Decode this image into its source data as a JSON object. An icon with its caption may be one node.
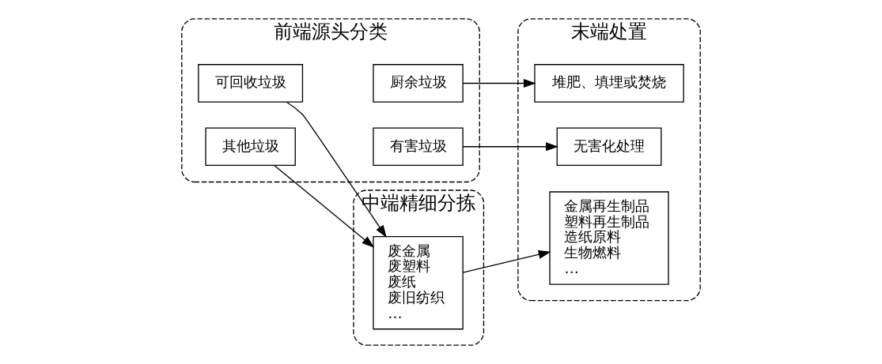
{
  "diagram": {
    "nodes": [
      {
        "text": [
          "前端源头分类"
        ]
      },
      {
        "text": [
          "可回收垃圾"
        ],
        "in": 0
      },
      {
        "text": [
          "其他垃圾"
        ],
        "in": 0
      },
      {
        "text": [
          "厨余垃圾"
        ],
        "in": 0
      },
      {
        "text": [
          "有害垃圾"
        ],
        "in": 0
      },
      {
        "text": [
          "中端精细分拣"
        ]
      },
      {
        "text": [
          "废金属",
          "废塑料",
          "废纸",
          "废旧纺织",
          "…"
        ],
        "in": 5
      },
      {
        "text": [
          "末端处置"
        ]
      },
      {
        "text": [
          "金属再生制品",
          "塑料再生制品",
          "造纸原料",
          "生物燃料",
          "…"
        ],
        "in": 7
      },
      {
        "text": [
          "堆肥、填埋或焚烧"
        ],
        "in": 7
      },
      {
        "text": [
          "无害化处理"
        ],
        "in": 7
      }
    ],
    "edges": [
      {
        "from": 1,
        "to": 6,
        "arrow": "to"
      },
      {
        "from": 2,
        "to": 6,
        "arrow": "to"
      },
      {
        "from": 6,
        "to": 8,
        "arrow": "to"
      },
      {
        "from": 3,
        "to": 9,
        "arrow": "to"
      },
      {
        "from": 4,
        "to": 10,
        "arrow": "to"
      }
    ]
  }
}
